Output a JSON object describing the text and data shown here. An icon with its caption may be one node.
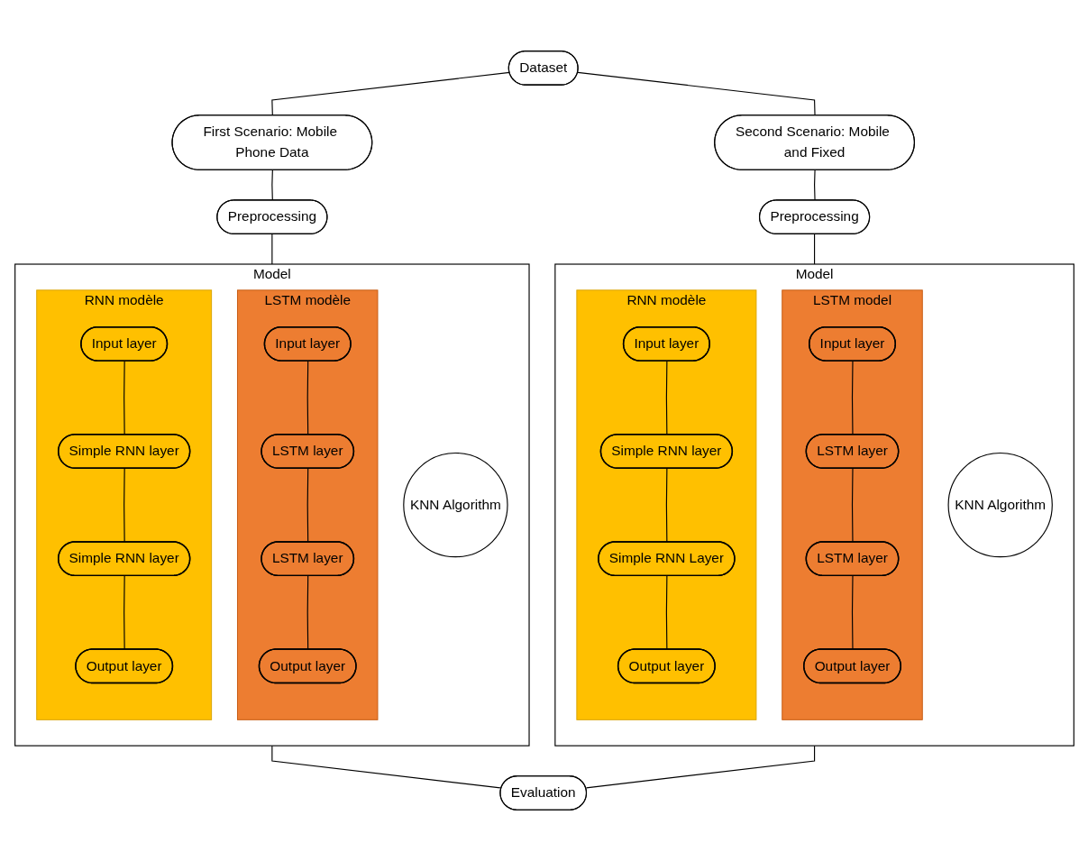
{
  "diagram": {
    "nodes": [
      {
        "text": [
          "Dataset"
        ]
      },
      {
        "text": [
          "First Scenario: Mobile Phone Data"
        ]
      },
      {
        "text": [
          "Second Scenario: Mobile and Fixed"
        ]
      },
      {
        "text": [
          "Preprocessing"
        ]
      },
      {
        "text": [
          "Preprocessing"
        ]
      },
      {
        "text": [
          "Model"
        ]
      },
      {
        "text": [
          "KNN Algorithm"
        ],
        "in": 5
      },
      {
        "text": [
          "LSTM modèle"
        ],
        "in": 5
      },
      {
        "text": [
          "Input layer"
        ],
        "in": 7
      },
      {
        "text": [
          "LSTM layer"
        ],
        "in": 7
      },
      {
        "text": [
          "LSTM layer"
        ],
        "in": 7
      },
      {
        "text": [
          "Output layer"
        ],
        "in": 7
      },
      {
        "text": [
          "RNN modèle"
        ],
        "in": 5
      },
      {
        "text": [
          "Input layer"
        ],
        "in": 12
      },
      {
        "text": [
          "Simple RNN layer"
        ],
        "in": 12
      },
      {
        "text": [
          "Simple RNN layer"
        ],
        "in": 12
      },
      {
        "text": [
          "Output layer"
        ],
        "in": 12
      },
      {
        "text": [
          "Model"
        ]
      },
      {
        "text": [
          "KNN Algorithm"
        ],
        "in": 17
      },
      {
        "text": [
          "LSTM model"
        ],
        "in": 17
      },
      {
        "text": [
          "Input layer"
        ],
        "in": 19
      },
      {
        "text": [
          "LSTM layer"
        ],
        "in": 19
      },
      {
        "text": [
          "LSTM layer"
        ],
        "in": 19
      },
      {
        "text": [
          "Output layer"
        ],
        "in": 19
      },
      {
        "text": [
          "RNN modèle"
        ],
        "in": 17
      },
      {
        "text": [
          "Input layer"
        ],
        "in": 24
      },
      {
        "text": [
          "Simple RNN layer"
        ],
        "in": 24
      },
      {
        "text": [
          "Simple RNN Layer"
        ],
        "in": 24
      },
      {
        "text": [
          "Output layer"
        ],
        "in": 24
      },
      {
        "text": [
          "Evaluation"
        ]
      }
    ],
    "edges": [
      {
        "from": 0,
        "to": 1,
        "arrow": "none"
      },
      {
        "from": 0,
        "to": 2,
        "arrow": "none"
      },
      {
        "from": 1,
        "to": 3,
        "arrow": "none"
      },
      {
        "from": 2,
        "to": 4,
        "arrow": "none"
      },
      {
        "from": 3,
        "to": 5,
        "arrow": "none"
      },
      {
        "from": 4,
        "to": 17,
        "arrow": "none"
      },
      {
        "from": 8,
        "to": 9,
        "arrow": "none"
      },
      {
        "from": 9,
        "to": 10,
        "arrow": "none"
      },
      {
        "from": 10,
        "to": 11,
        "arrow": "none"
      },
      {
        "from": 13,
        "to": 14,
        "arrow": "none"
      },
      {
        "from": 14,
        "to": 15,
        "arrow": "none"
      },
      {
        "from": 15,
        "to": 16,
        "arrow": "none"
      },
      {
        "from": 20,
        "to": 21,
        "arrow": "none"
      },
      {
        "from": 21,
        "to": 22,
        "arrow": "none"
      },
      {
        "from": 22,
        "to": 23,
        "arrow": "none"
      },
      {
        "from": 25,
        "to": 26,
        "arrow": "none"
      },
      {
        "from": 26,
        "to": 27,
        "arrow": "none"
      },
      {
        "from": 27,
        "to": 28,
        "arrow": "none"
      },
      {
        "from": 5,
        "to": 29,
        "arrow": "none"
      },
      {
        "from": 17,
        "to": 29,
        "arrow": "none"
      }
    ]
  }
}
